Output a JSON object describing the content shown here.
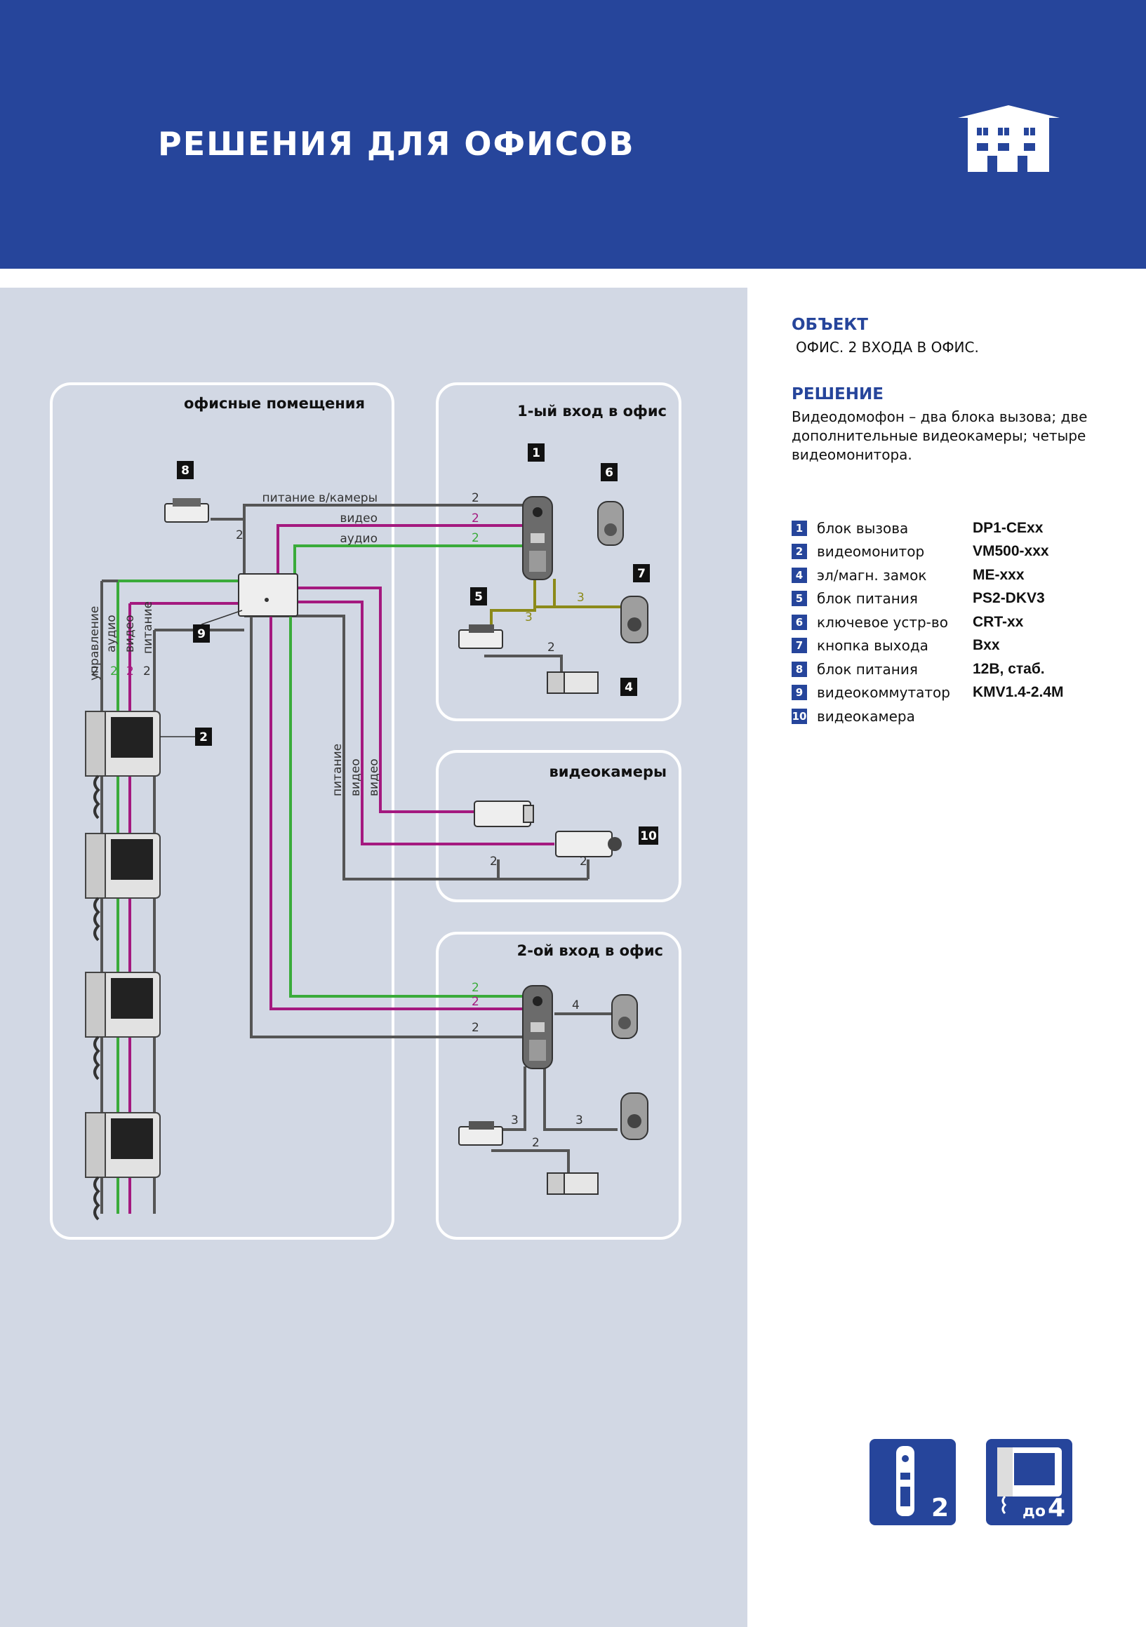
{
  "header": {
    "title": "РЕШЕНИЯ ДЛЯ ОФИСОВ",
    "icon": "building-icon",
    "color": "#26459b"
  },
  "info": {
    "object_title": "ОБЪЕКТ",
    "object_text": "ОФИС. 2 ВХОДА В ОФИС.",
    "solution_title": "РЕШЕНИЕ",
    "solution_text": "Видеодомофон – два блока вызова; две дополнительные видеокамеры; четыре видеомонитора."
  },
  "legend": [
    {
      "num": "1",
      "label": "блок вызова",
      "model": "DP1-CExx"
    },
    {
      "num": "2",
      "label": "видеомонитор",
      "model": "VM500-xxx"
    },
    {
      "num": "4",
      "label": "эл/магн. замок",
      "model": "ME-xxx"
    },
    {
      "num": "5",
      "label": "блок питания",
      "model": "PS2-DKV3"
    },
    {
      "num": "6",
      "label": "ключевое устр-во",
      "model": "CRT-xx"
    },
    {
      "num": "7",
      "label": "кнопка выхода",
      "model": "Bxx"
    },
    {
      "num": "8",
      "label": "блок питания",
      "model": "12В, стаб."
    },
    {
      "num": "9",
      "label": "видеокоммутатор",
      "model": "KMV1.4-2.4M"
    },
    {
      "num": "10",
      "label": "видеокамера",
      "model": ""
    }
  ],
  "diagram": {
    "zones": {
      "office": "офисные помещения",
      "entrance1": "1-ый вход в офис",
      "cameras": "видеокамеры",
      "entrance2": "2-ой вход в офис"
    },
    "wire_labels": {
      "cam_power": "питание в/камеры",
      "video": "видео",
      "audio": "аудио",
      "control": "управление",
      "power": "питание"
    },
    "markers": [
      "8",
      "1",
      "6",
      "7",
      "5",
      "4",
      "9",
      "2",
      "10"
    ],
    "wire_counts": {
      "two": "2",
      "three": "3",
      "four": "4"
    },
    "colors": {
      "power": "#555555",
      "video": "#a4197f",
      "audio": "#3aab3a",
      "lock": "#8c8a1a"
    }
  },
  "badges": [
    {
      "icon": "call-panel-icon",
      "count": "2",
      "prefix": ""
    },
    {
      "icon": "monitor-icon",
      "count": "4",
      "prefix": "до"
    }
  ]
}
